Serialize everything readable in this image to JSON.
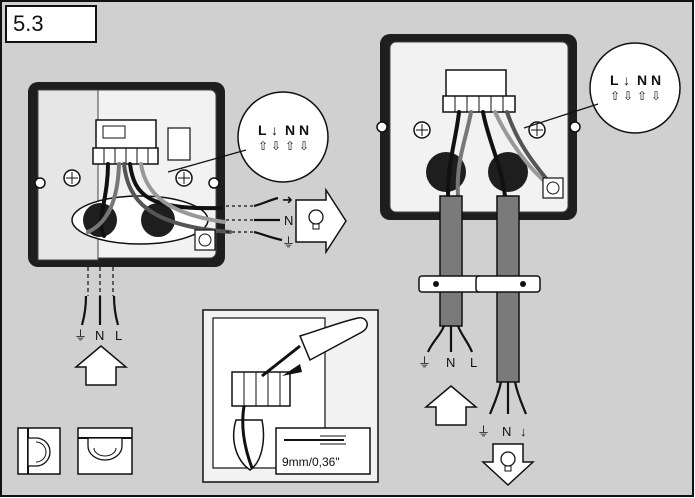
{
  "figure": {
    "step_number": "5.3",
    "colors": {
      "background": "#d0d0d0",
      "housing": "#1e1e1e",
      "plate": "#f2f2f2",
      "cable": "#7a7a7a",
      "frame": "#111111"
    },
    "left_device": {
      "terminal_legend": {
        "letters": [
          "L",
          "↓",
          "N",
          "N"
        ],
        "arrows": [
          "⇧",
          "⇩",
          "⇧",
          "⇩"
        ]
      },
      "output_labels": [
        "➜",
        "N",
        "⏚"
      ],
      "input_labels": [
        "⏚",
        "N",
        "L"
      ],
      "lamp_icon": "lamp-icon"
    },
    "right_device": {
      "terminal_legend": {
        "letters": [
          "L",
          "↓",
          "N",
          "N"
        ],
        "arrows": [
          "⇧",
          "⇩",
          "⇧",
          "⇩"
        ]
      },
      "input_labels": [
        "⏚",
        "N",
        "L"
      ],
      "output_labels": [
        "⏚",
        "N",
        "↓"
      ],
      "lamp_icon": "lamp-icon"
    },
    "detail": {
      "strip_length": "9mm/0,36\""
    },
    "mounting_icons": [
      "wall-mount-icon",
      "ceiling-mount-icon"
    ]
  }
}
